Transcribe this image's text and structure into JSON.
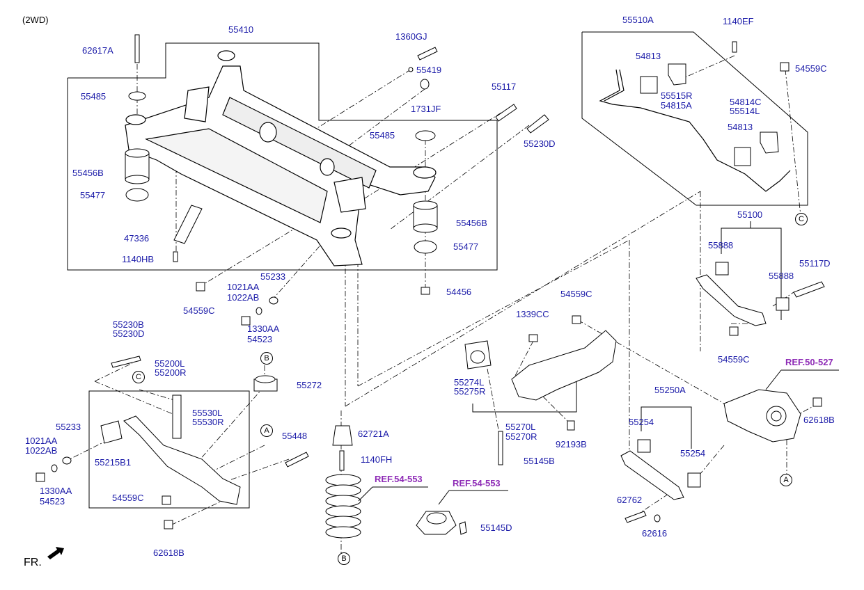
{
  "header": {
    "variant": "(2WD)",
    "direction": "FR."
  },
  "labels": {
    "l55410": "55410",
    "l62617A": "62617A",
    "l55485a": "55485",
    "l55456Ba": "55456B",
    "l55477a": "55477",
    "l47336": "47336",
    "l1140HB": "1140HB",
    "l1360GJ": "1360GJ",
    "l55419": "55419",
    "l1731JF": "1731JF",
    "l55117": "55117",
    "l55485b": "55485",
    "l55230Da": "55230D",
    "l55456Bb": "55456B",
    "l55477b": "55477",
    "l54456": "54456",
    "l55233a": "55233",
    "l1021AAa": "1021AA",
    "l1022ABa": "1022AB",
    "l54559Ca": "54559C",
    "l1330AAa": "1330AA",
    "l54523a": "54523",
    "l55510A": "55510A",
    "l1140EF": "1140EF",
    "l54813a": "54813",
    "l54559Cb": "54559C",
    "l55515R": "55515R",
    "l54815A": "54815A",
    "l54814C": "54814C",
    "l55514L": "55514L",
    "l54813b": "54813",
    "l55100": "55100",
    "l55888a": "55888",
    "l55117D": "55117D",
    "l55888b": "55888",
    "l54559Cc": "54559C",
    "l54559Cd": "54559C",
    "l1339CC": "1339CC",
    "l55274L": "55274L",
    "l55275R": "55275R",
    "l55270L": "55270L",
    "l55270R": "55270R",
    "l92193B": "92193B",
    "l55145Ba": "55145B",
    "l55230B": "55230B",
    "l55230Db": "55230D",
    "l55200L": "55200L",
    "l55200R": "55200R",
    "l55272": "55272",
    "l55530L": "55530L",
    "l55530R": "55530R",
    "l55233b": "55233",
    "l1021AAb": "1021AA",
    "l1022ABb": "1022AB",
    "l55215B1": "55215B1",
    "l55448": "55448",
    "l1330AAb": "1330AA",
    "l54523b": "54523",
    "l54559Ce": "54559C",
    "l62618Ba": "62618B",
    "l62721A": "62721A",
    "l1140FH": "1140FH",
    "l55250A": "55250A",
    "l55254a": "55254",
    "l55254b": "55254",
    "l62762": "62762",
    "l62616": "62616",
    "l62618Bb": "62618B",
    "l55145D": "55145D"
  },
  "refs": {
    "ref50527": "REF.50-527",
    "ref54553a": "REF.54-553",
    "ref54553b": "REF.54-553"
  },
  "callouts": {
    "cC1": "C",
    "cC2": "C",
    "cB1": "B",
    "cB2": "B",
    "cA1": "A",
    "cA2": "A"
  },
  "colors": {
    "part_number": "#1a1aa8",
    "reference": "#8e2bb6",
    "line": "#000000"
  }
}
